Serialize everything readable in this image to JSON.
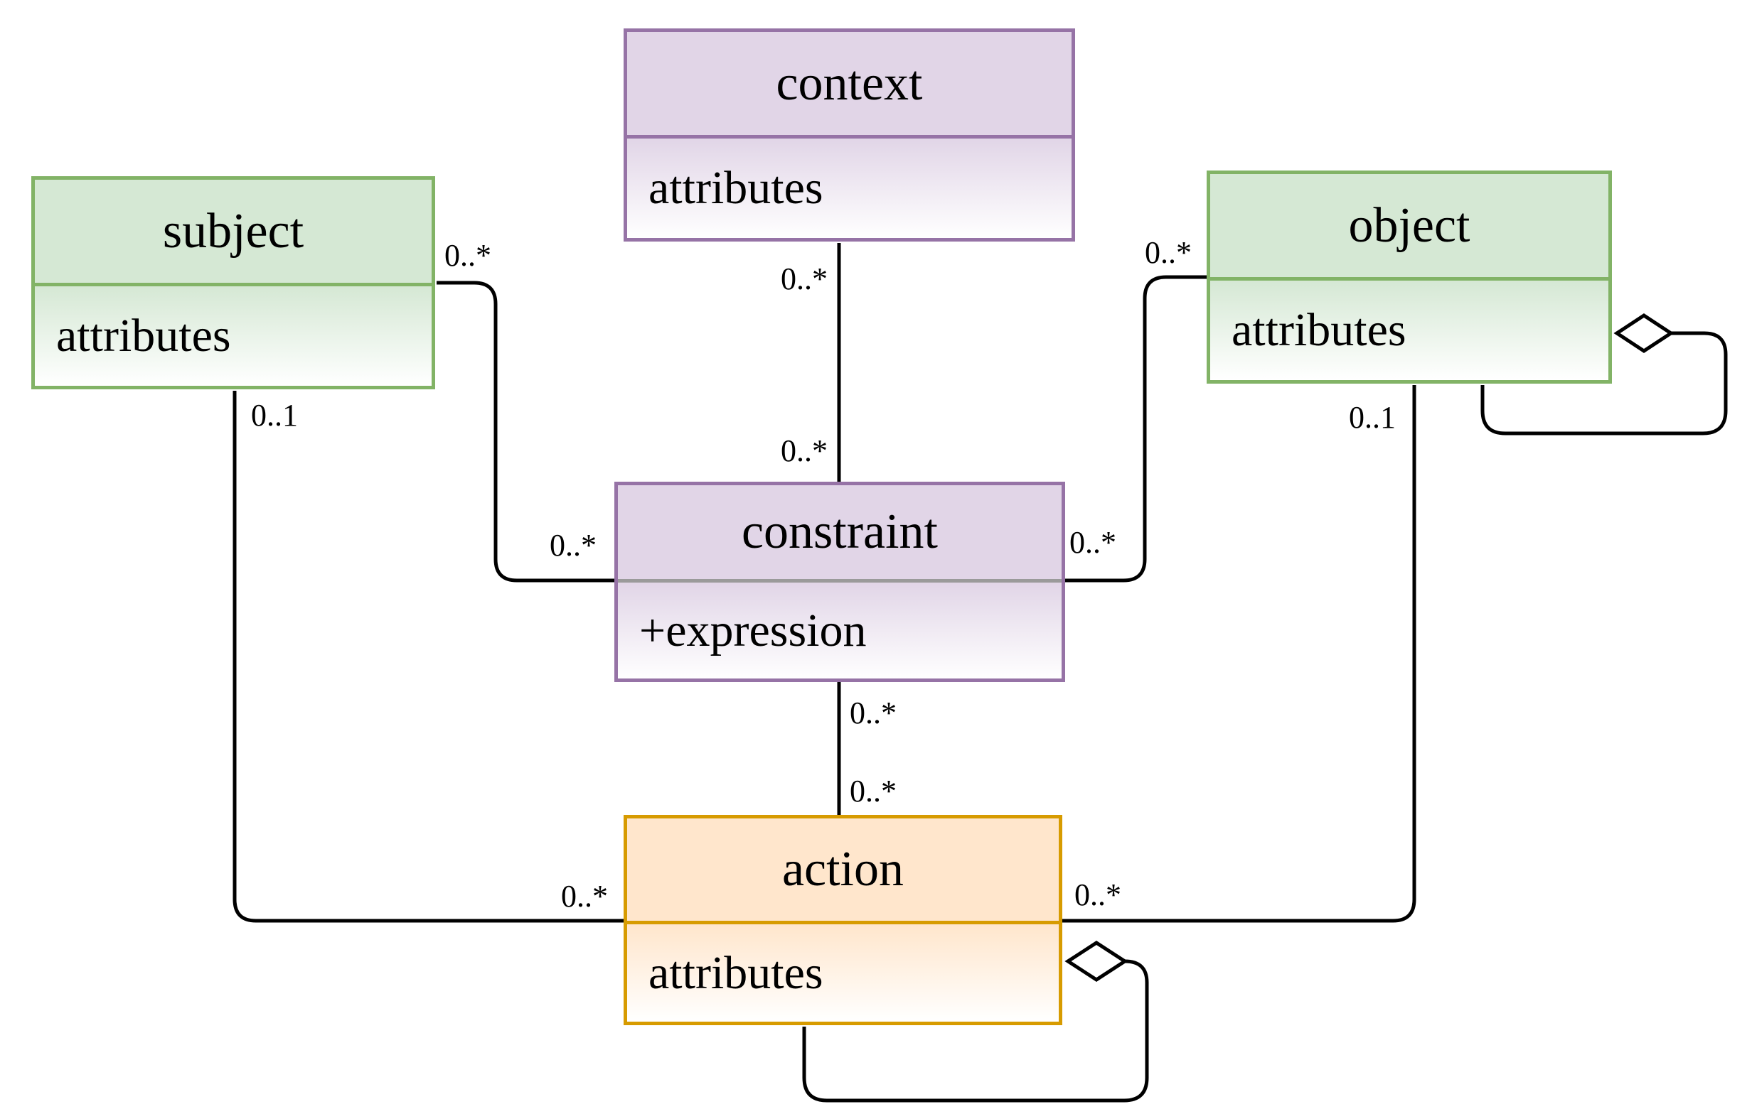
{
  "diagram_type": "uml-class-diagram",
  "classes": {
    "context": {
      "title": "context",
      "attribute": "attributes"
    },
    "subject": {
      "title": "subject",
      "attribute": "attributes"
    },
    "object": {
      "title": "object",
      "attribute": "attributes"
    },
    "constraint": {
      "title": "constraint",
      "attribute": "+expression"
    },
    "action": {
      "title": "action",
      "attribute": "attributes"
    }
  },
  "colors": {
    "green_border": "#82b366",
    "green_fill": "#d5e8d4",
    "purple_border": "#9673a6",
    "purple_fill": "#e1d5e7",
    "orange_border": "#d79b00",
    "orange_fill": "#ffe6cc",
    "constraint_divider": "#9a9a9a",
    "edge": "#000000",
    "background": "#ffffff"
  },
  "edges": [
    {
      "name": "context-constraint",
      "type": "association"
    },
    {
      "name": "subject-constraint",
      "type": "association"
    },
    {
      "name": "object-constraint",
      "type": "association"
    },
    {
      "name": "constraint-action",
      "type": "association"
    },
    {
      "name": "subject-action",
      "type": "association"
    },
    {
      "name": "object-action",
      "type": "association"
    },
    {
      "name": "object-self",
      "type": "aggregation"
    },
    {
      "name": "action-self",
      "type": "aggregation"
    }
  ],
  "labels": [
    {
      "text": "0..*",
      "edge": "context-constraint",
      "end": "context"
    },
    {
      "text": "0..*",
      "edge": "context-constraint",
      "end": "constraint"
    },
    {
      "text": "0..*",
      "edge": "subject-constraint",
      "end": "subject"
    },
    {
      "text": "0..*",
      "edge": "subject-constraint",
      "end": "constraint"
    },
    {
      "text": "0..*",
      "edge": "object-constraint",
      "end": "object"
    },
    {
      "text": "0..*",
      "edge": "object-constraint",
      "end": "constraint"
    },
    {
      "text": "0..*",
      "edge": "constraint-action",
      "end": "constraint"
    },
    {
      "text": "0..*",
      "edge": "constraint-action",
      "end": "action"
    },
    {
      "text": "0..1",
      "edge": "subject-action",
      "end": "subject"
    },
    {
      "text": "0..1",
      "edge": "object-action",
      "end": "object"
    },
    {
      "text": "0..*",
      "edge": "subject-action",
      "end": "action"
    },
    {
      "text": "0..*",
      "edge": "object-action",
      "end": "action"
    }
  ]
}
